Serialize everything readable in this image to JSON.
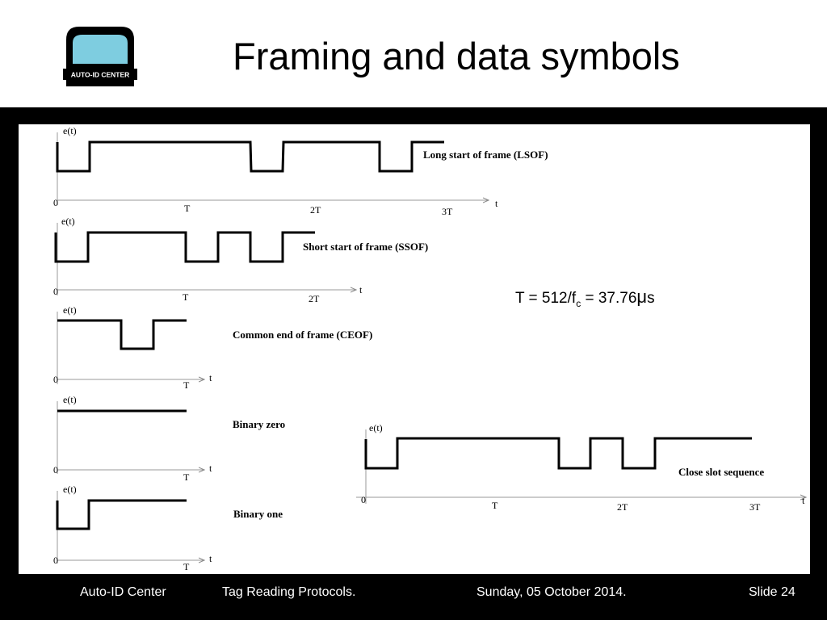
{
  "slide": {
    "title": "Framing and data symbols",
    "logo_text": "AUTO-ID CENTER",
    "colors": {
      "logo_screen": "#7ecde0",
      "background_band": "#000000"
    }
  },
  "diagrams": {
    "lsof": {
      "y_label": "e(t)",
      "x_label": "t",
      "origin": "0",
      "ticks": [
        "T",
        "2T",
        "3T"
      ],
      "caption": "Long start of frame (LSOF)"
    },
    "ssof": {
      "y_label": "e(t)",
      "x_label": "t",
      "origin": "0",
      "ticks": [
        "T",
        "2T"
      ],
      "caption": "Short start of frame (SSOF)"
    },
    "ceof": {
      "y_label": "e(t)",
      "x_label": "t",
      "origin": "0",
      "ticks": [
        "T"
      ],
      "caption": "Common end of frame (CEOF)"
    },
    "binary_zero": {
      "y_label": "e(t)",
      "x_label": "t",
      "origin": "0",
      "ticks": [
        "T"
      ],
      "caption": "Binary zero"
    },
    "binary_one": {
      "y_label": "e(t)",
      "x_label": "t",
      "origin": "0",
      "ticks": [
        "T"
      ],
      "caption": "Binary one"
    },
    "close_slot": {
      "y_label": "e(t)",
      "x_label": "t",
      "origin": "0",
      "ticks": [
        "T",
        "2T",
        "3T"
      ],
      "caption": "Close slot sequence"
    }
  },
  "formula": {
    "lhs": "T = 512/f",
    "subscript": "c",
    "rhs": " = 37.76",
    "mu": "μ",
    "unit": "s"
  },
  "footer": {
    "org": "Auto-ID Center",
    "topic": "Tag Reading Protocols.",
    "date": "Sunday, 05 October 2014.",
    "slide_number": "Slide 24"
  }
}
